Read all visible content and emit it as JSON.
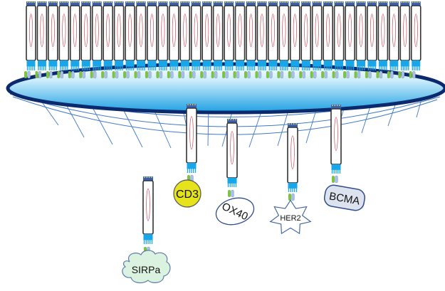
{
  "diagram": {
    "description": "Cell surface with membrane-bound receptor cells and dangling receptor cells binding target antigens",
    "top_cell_count": 36,
    "colors": {
      "membrane_rim": "#0b2a6e",
      "membrane_fill_top": "#ffffff",
      "membrane_fill_bottom": "#29a6e6",
      "mesh": "#3f78c8",
      "cell_outline": "#333333",
      "cell_fill": "#ffffff",
      "cell_nucleus": "#d04a5a",
      "cell_cap": "#3a5fb0",
      "cell_cap_dots": "#e8e24a",
      "cell_brush": "#17a6ea",
      "receptor_green": "#7dc242",
      "receptor_blue": "#a9c0e6"
    },
    "antigens": [
      {
        "id": "sirpa",
        "label": "SIRPa",
        "shape": "cloud",
        "fill": "#dcf2e0",
        "stroke": "#5b7ea8"
      },
      {
        "id": "cd3",
        "label": "CD3",
        "shape": "circle",
        "fill": "#e6e21c",
        "stroke": "#555555"
      },
      {
        "id": "ox40",
        "label": "OX40",
        "shape": "ellipse",
        "fill": "#ffffff",
        "stroke": "#2f4d8a"
      },
      {
        "id": "her2",
        "label": "HER2",
        "shape": "star",
        "fill": "#ffffff",
        "stroke": "#3a5f98"
      },
      {
        "id": "bcma",
        "label": "BCMA",
        "shape": "rounded-rect",
        "fill": "#dde3ee",
        "stroke": "#2f4d8a"
      }
    ]
  }
}
